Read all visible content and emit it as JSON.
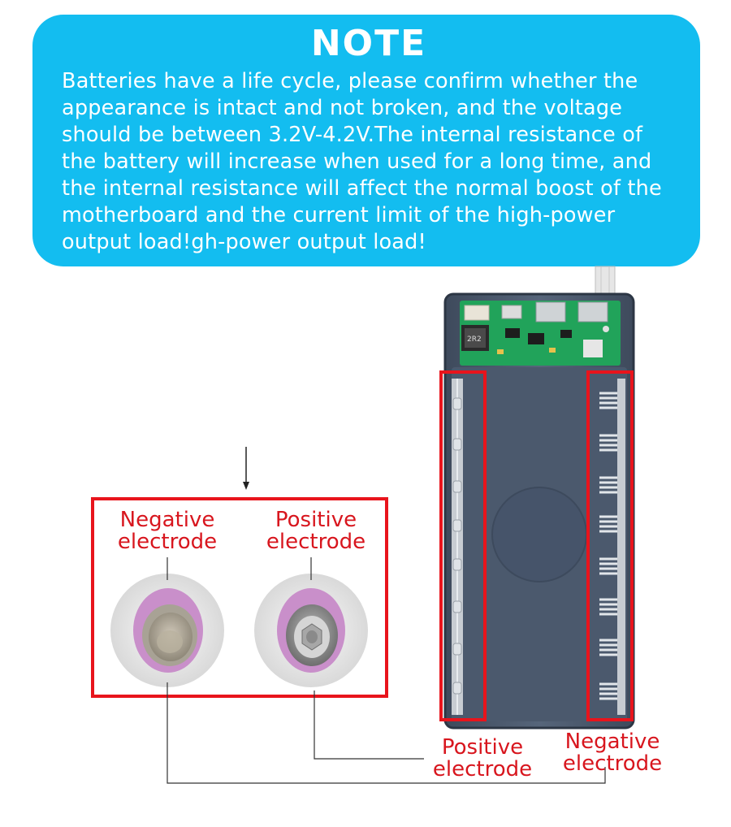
{
  "note": {
    "title": "NOTE",
    "body": "Batteries have a life cycle, please confirm whether the appearance is intact and not broken, and the voltage should be between 3.2V-4.2V.The internal resistance of the battery will increase when used for a long time, and the internal resistance will affect the normal boost of the motherboard and the current limit of the high-power output load!gh-power output load!"
  },
  "labels": {
    "cell_negative_line1": "Negative",
    "cell_negative_line2": "electrode",
    "cell_positive_line1": "Positive",
    "cell_positive_line2": "electrode",
    "box_positive_line1": "Positive",
    "box_positive_line2": "electrode",
    "box_negative_line1": "Negative",
    "box_negative_line2": "electrode"
  },
  "board": {
    "marking": "2R2"
  },
  "colors": {
    "note_bg": "#13bdf0",
    "highlight_red": "#e8141c",
    "label_red": "#d8161e",
    "case_body": "#4c5a6e",
    "pcb_green": "#21a35a",
    "cell_wrap": "#c98fca"
  }
}
